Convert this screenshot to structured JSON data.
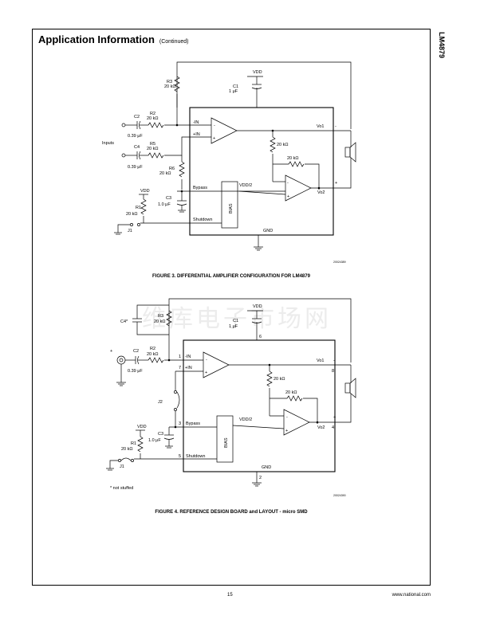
{
  "header": {
    "title": "Application Information",
    "continued": "(Continued)",
    "part_number": "LM4879"
  },
  "figure3": {
    "caption": "FIGURE 3. DIFFERENTIAL AMPLIFIER CONFIGURATION FOR LM4879",
    "ref_code": "20024389",
    "labels": {
      "vdd": "VDD",
      "c1": "C1",
      "c1_val": "1 μF",
      "r3": "R3",
      "r3_val": "20 kΩ",
      "c2": "C2",
      "c2_val": "0.39 μF",
      "r2": "R2",
      "r2_val": "20 kΩ",
      "inputs": "Inputs",
      "c4": "C4",
      "c4_val": "0.39 μF",
      "r5": "R5",
      "r5_val": "20 kΩ",
      "r6": "R6",
      "r6_val": "20 kΩ",
      "minus_in": "-IN",
      "plus_in": "+IN",
      "fb_val1": "20 kΩ",
      "fb_val2": "20 kΩ",
      "vo1": "Vo1",
      "vo2": "Vo2",
      "bypass": "Bypass",
      "vdd2": "VDD/2",
      "c3": "C3",
      "c3_val": "1.0 μF",
      "r1": "R1",
      "r1_val": "20 kΩ",
      "shutdown": "Shutdown",
      "bias": "BIAS",
      "j1": "J1",
      "gnd": "GND",
      "minus": "-",
      "plus": "+"
    }
  },
  "figure4": {
    "caption": "FIGURE 4. REFERENCE DESIGN BOARD and LAYOUT - micro SMD",
    "ref_code": "20024390",
    "labels": {
      "vdd": "VDD",
      "c1": "C1",
      "c1_val": "1 μF",
      "c4": "C4*",
      "r3": "R3",
      "r3_val": "20 kΩ",
      "c2": "C2",
      "c2_val": "0.39 μF",
      "r2": "R2",
      "r2_val": "20 kΩ",
      "minus_in": "-IN",
      "plus_in": "+IN",
      "pin1": "1",
      "pin7": "7",
      "pin6": "6",
      "pin8": "8",
      "pin4": "4",
      "pin3": "3",
      "pin5": "5",
      "pin2": "2",
      "j2": "J2",
      "fb_val1": "20 kΩ",
      "fb_val2": "20 kΩ",
      "vo1": "Vo1",
      "vo2": "Vo2",
      "bypass": "Bypass",
      "vdd2": "VDD/2",
      "c3": "C3",
      "c3_val": "1.0 μF",
      "r1": "R1",
      "r1_val": "20 kΩ",
      "shutdown": "Shutdown",
      "bias": "BIAS",
      "j1": "J1",
      "gnd": "GND",
      "not_stuffed": "* not stuffed",
      "minus": "-",
      "plus": "+"
    }
  },
  "watermark": "维库电子市场网",
  "footer": {
    "page_number": "15",
    "website": "www.national.com"
  }
}
